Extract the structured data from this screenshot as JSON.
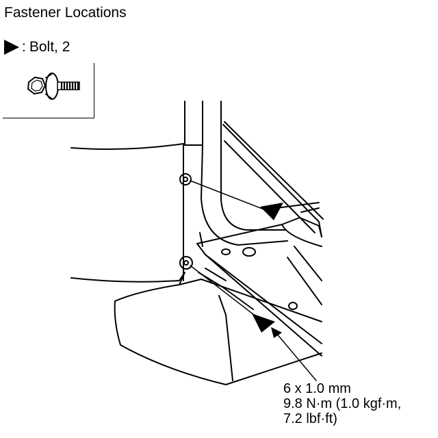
{
  "title": "Fastener Locations",
  "legend": {
    "symbol": "arrow-head-icon",
    "separator": ":",
    "text": "Bolt, 2"
  },
  "spec": {
    "size": "6 x 1.0 mm",
    "torque_line1": "9.8 N·m (1.0 kgf·m,",
    "torque_line2": "7.2 lbf·ft)"
  }
}
